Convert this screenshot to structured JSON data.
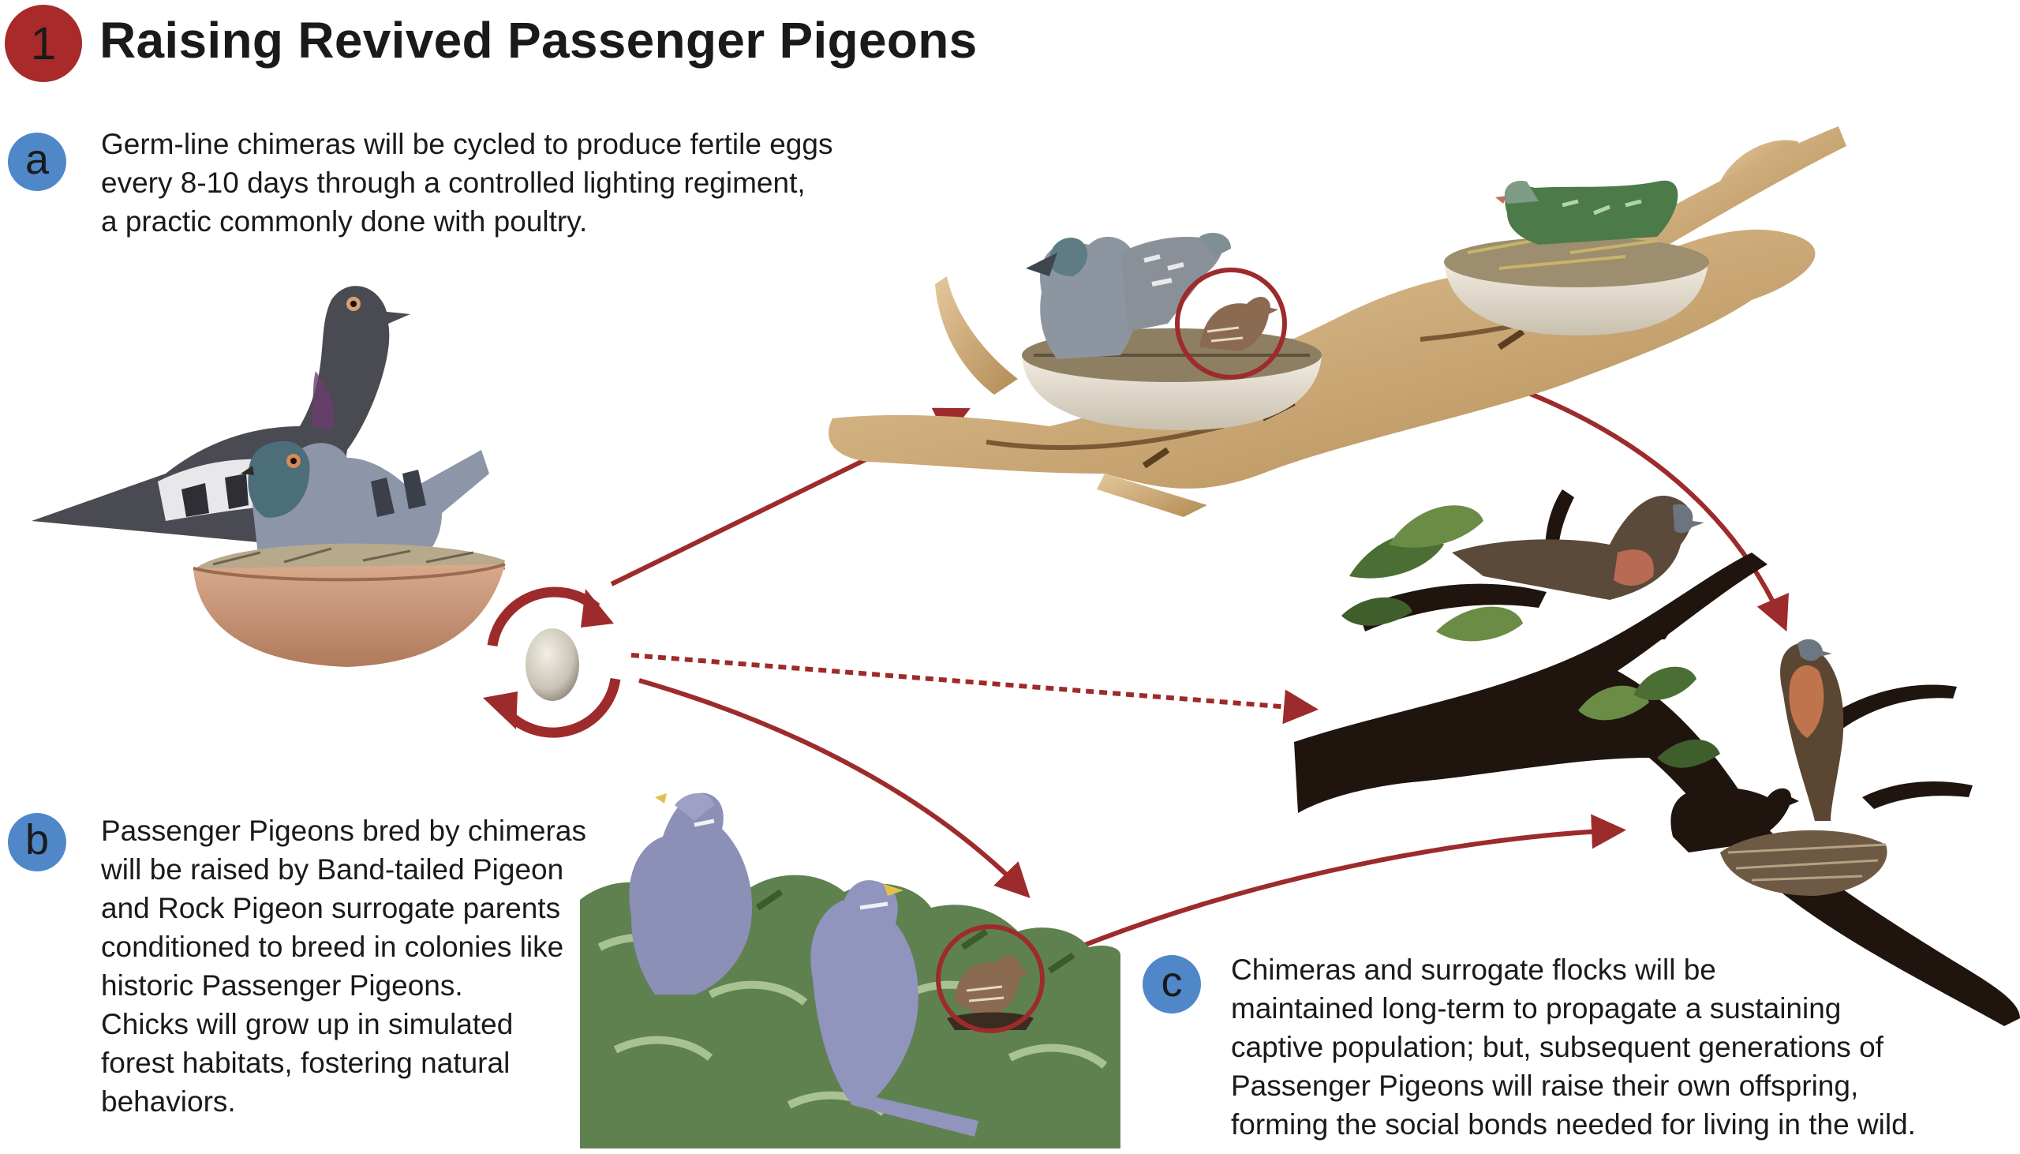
{
  "header": {
    "step_number": "1",
    "title": "Raising Revived Passenger Pigeons"
  },
  "sections": {
    "a": {
      "label": "a",
      "lines": [
        "Germ-line chimeras will be cycled to produce fertile eggs",
        "every 8-10 days through a controlled lighting regiment,",
        "a practic commonly done with poultry."
      ]
    },
    "b": {
      "label": "b",
      "lines": [
        "Passenger Pigeons bred by chimeras",
        "will be raised by Band-tailed Pigeon",
        "and Rock Pigeon surrogate parents",
        "conditioned to breed in colonies like",
        "historic Passenger Pigeons.",
        "Chicks will grow up in simulated",
        "forest habitats, fostering natural",
        "behaviors."
      ]
    },
    "c": {
      "label": "c",
      "lines": [
        "Chimeras and surrogate flocks will be",
        "maintained long-term to propagate a sustaining",
        "captive population; but, subsequent generations of",
        "Passenger Pigeons will raise their own offspring,",
        "forming the social bonds needed for living in the wild."
      ]
    }
  },
  "colors": {
    "step_badge": "#a82a2a",
    "label_badge": "#4f87c9",
    "arrow": "#9e2b2b",
    "text": "#1a1a1a"
  },
  "icons": [
    "cycle-arrows-icon",
    "egg-icon",
    "pigeon-illustration",
    "nest-illustration",
    "branch-illustration"
  ]
}
